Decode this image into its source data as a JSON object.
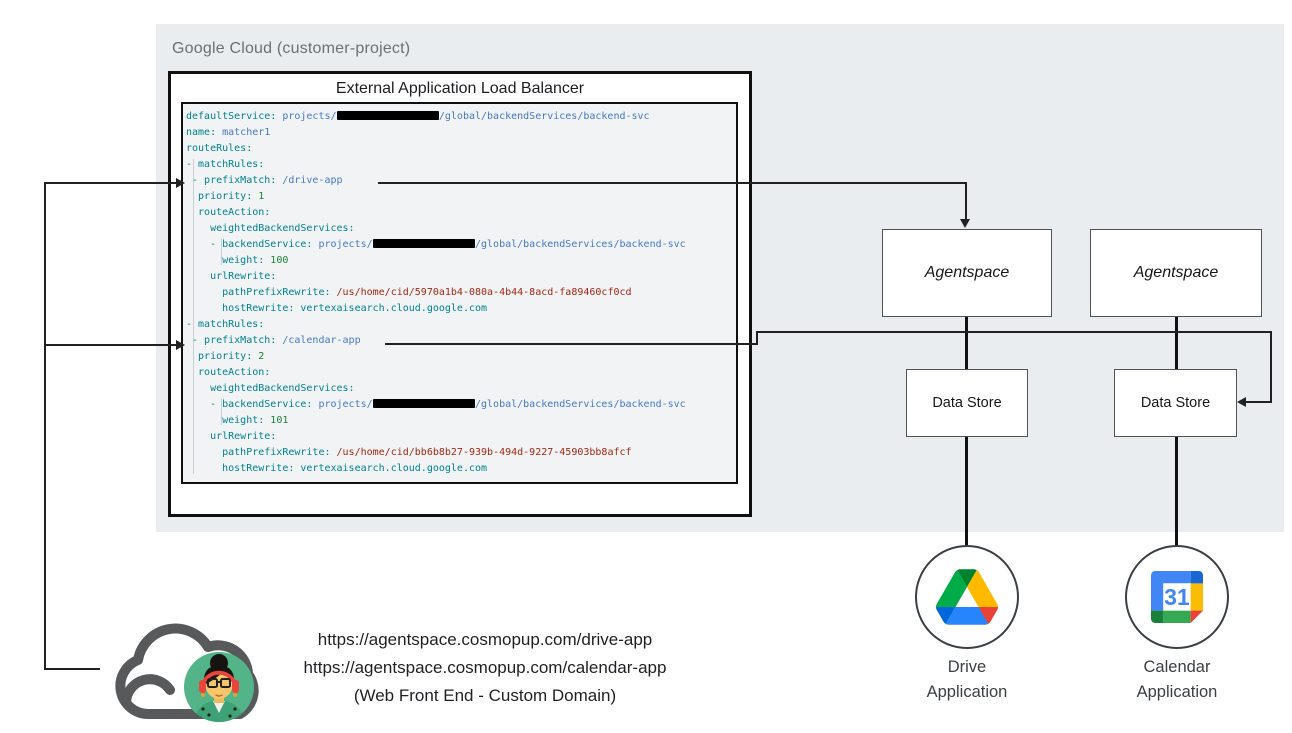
{
  "diagram": {
    "gcp_label": "Google Cloud (customer-project)",
    "lb_title": "External Application Load Balancer",
    "agentspace1_label": "Agentspace",
    "agentspace2_label": "Agentspace",
    "datastore1_label": "Data Store",
    "datastore2_label": "Data Store",
    "drive_app_label": "Drive\nApplication",
    "calendar_app_label": "Calendar\nApplication",
    "calendar_icon_day": "31",
    "urls": {
      "line1": "https://agentspace.cosmopup.com/drive-app",
      "line2": "https://agentspace.cosmopup.com/calendar-app",
      "line3": "(Web Front End - Custom Domain)"
    },
    "icons": [
      "cloud-icon",
      "user-avatar",
      "drive-icon",
      "calendar-icon"
    ]
  },
  "colors": {
    "panel": "#eaedf0",
    "key": "#00838f",
    "str": "#4878c8",
    "num": "#188038",
    "path": "#a52714",
    "host": "#00838f"
  },
  "code": {
    "lines": [
      [
        {
          "t": "defaultService: ",
          "c": "k"
        },
        {
          "t": "projects/",
          "c": "s"
        },
        {
          "t": "",
          "c": "r"
        },
        {
          "t": "/global/backendServices/backend-svc",
          "c": "s"
        }
      ],
      [
        {
          "t": "name: ",
          "c": "k"
        },
        {
          "t": "matcher1",
          "c": "s"
        }
      ],
      [
        {
          "t": "routeRules:",
          "c": "k"
        }
      ],
      [
        {
          "t": "- matchRules:",
          "c": "k"
        }
      ],
      [
        {
          "t": " - prefixMatch: ",
          "c": "k"
        },
        {
          "t": "/drive-app",
          "c": "s"
        }
      ],
      [
        {
          "t": "  priority: ",
          "c": "k"
        },
        {
          "t": "1",
          "c": "n"
        }
      ],
      [
        {
          "t": "  routeAction:",
          "c": "k"
        }
      ],
      [
        {
          "t": "    weightedBackendServices:",
          "c": "k"
        }
      ],
      [
        {
          "t": "    - backendService: ",
          "c": "k"
        },
        {
          "t": "projects/",
          "c": "s"
        },
        {
          "t": "",
          "c": "r"
        },
        {
          "t": "/global/backendServices/backend-svc",
          "c": "s"
        }
      ],
      [
        {
          "t": "      weight: ",
          "c": "k"
        },
        {
          "t": "100",
          "c": "n"
        }
      ],
      [
        {
          "t": "    urlRewrite:",
          "c": "k"
        }
      ],
      [
        {
          "t": "      pathPrefixRewrite: ",
          "c": "k"
        },
        {
          "t": "/us/home/cid/5970a1b4-080a-4b44-8acd-fa89460cf0cd",
          "c": "p"
        }
      ],
      [
        {
          "t": "      hostRewrite: ",
          "c": "k"
        },
        {
          "t": "vertexaisearch.cloud.google.com",
          "c": "h"
        }
      ],
      [
        {
          "t": "- matchRules:",
          "c": "k"
        }
      ],
      [
        {
          "t": " - prefixMatch: ",
          "c": "k"
        },
        {
          "t": "/calendar-app",
          "c": "s"
        }
      ],
      [
        {
          "t": "  priority: ",
          "c": "k"
        },
        {
          "t": "2",
          "c": "n"
        }
      ],
      [
        {
          "t": "  routeAction:",
          "c": "k"
        }
      ],
      [
        {
          "t": "    weightedBackendServices:",
          "c": "k"
        }
      ],
      [
        {
          "t": "    - backendService: ",
          "c": "k"
        },
        {
          "t": "projects/",
          "c": "s"
        },
        {
          "t": "",
          "c": "r"
        },
        {
          "t": "/global/backendServices/backend-svc",
          "c": "s"
        }
      ],
      [
        {
          "t": "      weight: ",
          "c": "k"
        },
        {
          "t": "101",
          "c": "n"
        }
      ],
      [
        {
          "t": "    urlRewrite:",
          "c": "k"
        }
      ],
      [
        {
          "t": "      pathPrefixRewrite: ",
          "c": "k"
        },
        {
          "t": "/us/home/cid/bb6b8b27-939b-494d-9227-45903bb8afcf",
          "c": "p"
        }
      ],
      [
        {
          "t": "      hostRewrite: ",
          "c": "k"
        },
        {
          "t": "vertexaisearch.cloud.google.com",
          "c": "h"
        }
      ]
    ]
  }
}
